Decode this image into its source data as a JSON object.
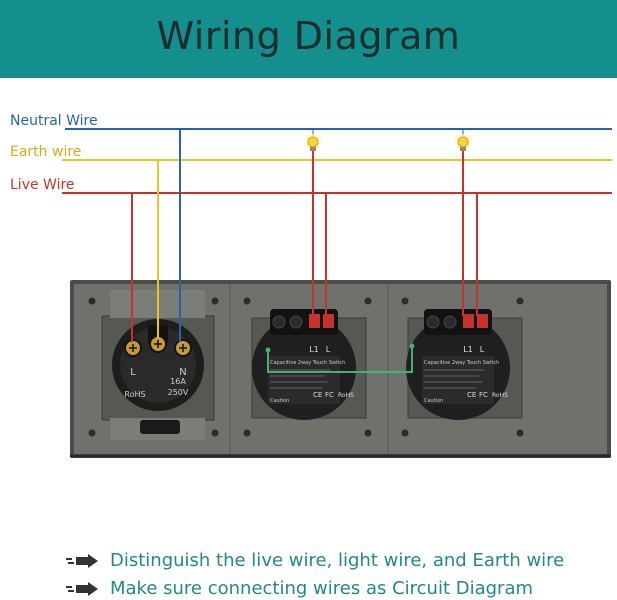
{
  "header": {
    "title": "Wiring Diagram",
    "bg": "#138f8d"
  },
  "wires": {
    "neutral": {
      "label": "Neutral Wire",
      "color": "#2762b0"
    },
    "earth": {
      "label": "Earth wire",
      "color": "#e8c52b"
    },
    "live": {
      "label": "Live Wire",
      "color": "#c8322c"
    }
  },
  "socket": {
    "terminals": [
      "L",
      "N"
    ],
    "marks": [
      "RoHS",
      "16A",
      "250V"
    ]
  },
  "switches": [
    {
      "terminals": [
        "L1",
        "L"
      ],
      "title": "Capacitive 2way Touch Switch",
      "marks": [
        "CE",
        "FC",
        "RoHS"
      ],
      "caution": "Caution"
    },
    {
      "terminals": [
        "L1",
        "L"
      ],
      "title": "Capacitive 2way Touch Switch",
      "marks": [
        "CE",
        "FC",
        "RoHS"
      ],
      "caution": "Caution"
    }
  ],
  "notes": [
    {
      "text": "Distinguish the live wire, light wire,  and Earth wire",
      "icon": "arrow-icon"
    },
    {
      "text": "Make sure connecting wires as Circuit Diagram",
      "icon": "arrow-icon"
    }
  ],
  "colors": {
    "panel": "#4a4b48",
    "panel_face": "#6e706b",
    "light_wire": "#3fb46a",
    "note": "#1f8a86"
  }
}
